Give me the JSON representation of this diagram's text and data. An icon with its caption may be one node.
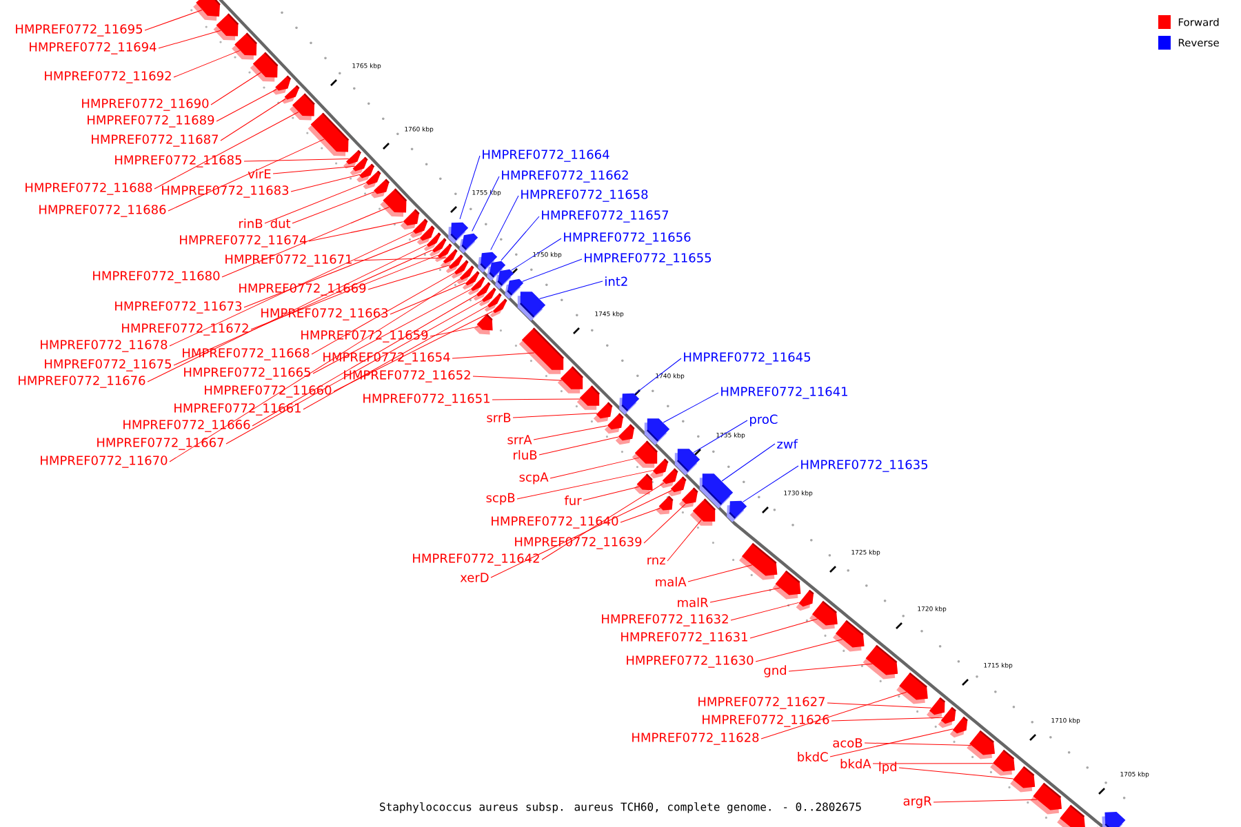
{
  "diagram": {
    "caption": "Staphylococcus aureus subsp. aureus TCH60, complete genome. - 0..2802675",
    "nodes": [
      {
        "text": [
          "HMPREF0772_11695"
        ]
      },
      {
        "text": [
          "HMPREF0772_11694"
        ]
      },
      {
        "text": [
          "HMPREF0772_11692"
        ]
      },
      {
        "text": [
          "HMPREF0772_11690"
        ]
      },
      {
        "text": [
          "HMPREF0772_11689"
        ]
      },
      {
        "text": [
          "HMPREF0772_11687"
        ]
      },
      {
        "text": [
          "HMPREF0772_11685"
        ]
      },
      {
        "text": [
          "virE"
        ]
      },
      {
        "text": [
          "HMPREF0772_11688"
        ]
      },
      {
        "text": [
          "HMPREF0772_11683"
        ]
      },
      {
        "text": [
          "HMPREF0772_11686"
        ]
      },
      {
        "text": [
          "rinB"
        ]
      },
      {
        "text": [
          "dut"
        ]
      },
      {
        "text": [
          "HMPREF0772_11674"
        ]
      },
      {
        "text": [
          "HMPREF0772_11671"
        ]
      },
      {
        "text": [
          "HMPREF0772_11680"
        ]
      },
      {
        "text": [
          "HMPREF0772_11669"
        ]
      },
      {
        "text": [
          "HMPREF0772_11673"
        ]
      },
      {
        "text": [
          "HMPREF0772_11663"
        ]
      },
      {
        "text": [
          "HMPREF0772_11672"
        ]
      },
      {
        "text": [
          "HMPREF0772_11659"
        ]
      },
      {
        "text": [
          "HMPREF0772_11678"
        ]
      },
      {
        "text": [
          "HMPREF0772_11654"
        ]
      },
      {
        "text": [
          "HMPREF0772_11668"
        ]
      },
      {
        "text": [
          "HMPREF0772_11675"
        ]
      },
      {
        "text": [
          "HMPREF0772_11665"
        ]
      },
      {
        "text": [
          "HMPREF0772_11652"
        ]
      },
      {
        "text": [
          "HMPREF0772_11676"
        ]
      },
      {
        "text": [
          "HMPREF0772_11660"
        ]
      },
      {
        "text": [
          "HMPREF0772_11651"
        ]
      },
      {
        "text": [
          "HMPREF0772_11661"
        ]
      },
      {
        "text": [
          "srrB"
        ]
      },
      {
        "text": [
          "HMPREF0772_11666"
        ]
      },
      {
        "text": [
          "srrA"
        ]
      },
      {
        "text": [
          "HMPREF0772_11667"
        ]
      },
      {
        "text": [
          "rluB"
        ]
      },
      {
        "text": [
          "HMPREF0772_11670"
        ]
      },
      {
        "text": [
          "scpA"
        ]
      },
      {
        "text": [
          "scpB"
        ]
      },
      {
        "text": [
          "fur"
        ]
      },
      {
        "text": [
          "HMPREF0772_11640"
        ]
      },
      {
        "text": [
          "HMPREF0772_11639"
        ]
      },
      {
        "text": [
          "HMPREF0772_11642"
        ]
      },
      {
        "text": [
          "xerD"
        ]
      },
      {
        "text": [
          "rnz"
        ]
      },
      {
        "text": [
          "malA"
        ]
      },
      {
        "text": [
          "malR"
        ]
      },
      {
        "text": [
          "HMPREF0772_11632"
        ]
      },
      {
        "text": [
          "HMPREF0772_11631"
        ]
      },
      {
        "text": [
          "HMPREF0772_11630"
        ]
      },
      {
        "text": [
          "gnd"
        ]
      },
      {
        "text": [
          "HMPREF0772_11627"
        ]
      },
      {
        "text": [
          "HMPREF0772_11626"
        ]
      },
      {
        "text": [
          "HMPREF0772_11628"
        ]
      },
      {
        "text": [
          "acoB"
        ]
      },
      {
        "text": [
          "bkdC"
        ]
      },
      {
        "text": [
          "bkdA"
        ]
      },
      {
        "text": [
          "lpd"
        ]
      },
      {
        "text": [
          "argR"
        ]
      },
      {
        "text": [
          "HMPREF0772_11664"
        ]
      },
      {
        "text": [
          "HMPREF0772_11662"
        ]
      },
      {
        "text": [
          "HMPREF0772_11658"
        ]
      },
      {
        "text": [
          "HMPREF0772_11657"
        ]
      },
      {
        "text": [
          "HMPREF0772_11656"
        ]
      },
      {
        "text": [
          "HMPREF0772_11655"
        ]
      },
      {
        "text": [
          "int2"
        ]
      },
      {
        "text": [
          "HMPREF0772_11645"
        ]
      },
      {
        "text": [
          "HMPREF0772_11641"
        ]
      },
      {
        "text": [
          "proC"
        ]
      },
      {
        "text": [
          "zwf"
        ]
      },
      {
        "text": [
          "HMPREF0772_11635"
        ]
      },
      {
        "text": [],
        "shape": "arrow"
      },
      {
        "text": [],
        "shape": "arrow"
      },
      {
        "text": [],
        "shape": "arrow"
      },
      {
        "text": [],
        "shape": "arrow"
      },
      {
        "text": [],
        "shape": "arrow"
      },
      {
        "text": [],
        "shape": "arrow"
      },
      {
        "text": [],
        "shape": "arrow"
      },
      {
        "text": [],
        "shape": "arrow"
      },
      {
        "text": [],
        "shape": "arrow"
      },
      {
        "text": [],
        "shape": "arrow"
      },
      {
        "text": [],
        "shape": "arrow"
      },
      {
        "text": [],
        "shape": "arrow"
      },
      {
        "text": [],
        "shape": "arrow"
      },
      {
        "text": [],
        "shape": "arrow"
      },
      {
        "text": [],
        "shape": "arrow"
      },
      {
        "text": [],
        "shape": "arrow"
      },
      {
        "text": [],
        "shape": "arrow"
      },
      {
        "text": [],
        "shape": "arrow"
      },
      {
        "text": [],
        "shape": "arrow"
      },
      {
        "text": [],
        "shape": "arrow"
      },
      {
        "text": [],
        "shape": "arrow"
      },
      {
        "text": [],
        "shape": "arrow"
      },
      {
        "text": [],
        "shape": "arrow"
      },
      {
        "text": [],
        "shape": "arrow"
      },
      {
        "text": [],
        "shape": "arrow"
      },
      {
        "text": [],
        "shape": "arrow"
      },
      {
        "text": [],
        "shape": "arrow"
      },
      {
        "text": [],
        "shape": "arrow"
      },
      {
        "text": [],
        "shape": "arrow"
      },
      {
        "text": [],
        "shape": "arrow"
      },
      {
        "text": [],
        "shape": "arrow"
      },
      {
        "text": [],
        "shape": "arrow"
      },
      {
        "text": [],
        "shape": "arrow"
      },
      {
        "text": [],
        "shape": "arrow"
      },
      {
        "text": [],
        "shape": "arrow"
      },
      {
        "text": [],
        "shape": "arrow"
      },
      {
        "text": [],
        "shape": "arrow"
      },
      {
        "text": [],
        "shape": "arrow"
      },
      {
        "text": [],
        "shape": "arrow"
      },
      {
        "text": [],
        "shape": "arrow"
      },
      {
        "text": [],
        "shape": "arrow"
      },
      {
        "text": [],
        "shape": "arrow"
      },
      {
        "text": [],
        "shape": "arrow"
      },
      {
        "text": [],
        "shape": "arrow"
      },
      {
        "text": [],
        "shape": "arrow"
      },
      {
        "text": [],
        "shape": "arrow"
      },
      {
        "text": [],
        "shape": "arrow"
      },
      {
        "text": [],
        "shape": "arrow"
      },
      {
        "text": [],
        "shape": "arrow"
      },
      {
        "text": [],
        "shape": "arrow"
      },
      {
        "text": [],
        "shape": "arrow"
      },
      {
        "text": [],
        "shape": "arrow"
      },
      {
        "text": [],
        "shape": "arrow"
      },
      {
        "text": [],
        "shape": "arrow"
      },
      {
        "text": [],
        "shape": "arrow"
      },
      {
        "text": [],
        "shape": "arrow"
      },
      {
        "text": [],
        "shape": "arrow"
      },
      {
        "text": [],
        "shape": "arrow"
      },
      {
        "text": [],
        "shape": "arrow"
      },
      {
        "text": [],
        "shape": "arrow"
      },
      {
        "text": [],
        "shape": "arrow"
      },
      {
        "text": [],
        "shape": "arrow"
      },
      {
        "text": [],
        "shape": "arrow"
      },
      {
        "text": [],
        "shape": "arrow"
      },
      {
        "text": [],
        "shape": "arrow"
      },
      {
        "text": [],
        "shape": "arrow"
      },
      {
        "text": [],
        "shape": "arrow"
      },
      {
        "text": [],
        "shape": "arrow"
      },
      {
        "text": [],
        "shape": "arrow"
      },
      {
        "text": [],
        "shape": "arrow"
      },
      {
        "text": [],
        "shape": "arrow"
      },
      {
        "text": [],
        "shape": "arrow"
      },
      {
        "text": [],
        "shape": "arrow"
      },
      {
        "text": [],
        "shape": "arrow"
      }
    ],
    "edges": [
      {
        "from": 0,
        "to": 71,
        "arrow": "none"
      },
      {
        "from": 1,
        "to": 72,
        "arrow": "none"
      },
      {
        "from": 2,
        "to": 73,
        "arrow": "none"
      },
      {
        "from": 3,
        "to": 74,
        "arrow": "none"
      },
      {
        "from": 4,
        "to": 75,
        "arrow": "none"
      },
      {
        "from": 5,
        "to": 76,
        "arrow": "none"
      },
      {
        "from": 6,
        "to": 79,
        "arrow": "none"
      },
      {
        "from": 7,
        "to": 80,
        "arrow": "none"
      },
      {
        "from": 8,
        "to": 77,
        "arrow": "none"
      },
      {
        "from": 9,
        "to": 81,
        "arrow": "none"
      },
      {
        "from": 10,
        "to": 78,
        "arrow": "none"
      },
      {
        "from": 11,
        "to": 82,
        "arrow": "none"
      },
      {
        "from": 12,
        "to": 83,
        "arrow": "none"
      },
      {
        "from": 13,
        "to": 85,
        "arrow": "none"
      },
      {
        "from": 14,
        "to": 93,
        "arrow": "none"
      },
      {
        "from": 15,
        "to": 84,
        "arrow": "none"
      },
      {
        "from": 16,
        "to": 94,
        "arrow": "none"
      },
      {
        "from": 17,
        "to": 87,
        "arrow": "none"
      },
      {
        "from": 18,
        "to": 98,
        "arrow": "none"
      },
      {
        "from": 19,
        "to": 91,
        "arrow": "none"
      },
      {
        "from": 20,
        "to": 106,
        "arrow": "none"
      },
      {
        "from": 21,
        "to": 86,
        "arrow": "none"
      },
      {
        "from": 22,
        "to": 109,
        "arrow": "none"
      },
      {
        "from": 23,
        "to": 95,
        "arrow": "none"
      },
      {
        "from": 24,
        "to": 90,
        "arrow": "none"
      },
      {
        "from": 25,
        "to": 100,
        "arrow": "none"
      },
      {
        "from": 26,
        "to": 110,
        "arrow": "none"
      },
      {
        "from": 27,
        "to": 88,
        "arrow": "none"
      },
      {
        "from": 28,
        "to": 107,
        "arrow": "none"
      },
      {
        "from": 29,
        "to": 111,
        "arrow": "none"
      },
      {
        "from": 30,
        "to": 105,
        "arrow": "none"
      },
      {
        "from": 31,
        "to": 112,
        "arrow": "none"
      },
      {
        "from": 32,
        "to": 101,
        "arrow": "none"
      },
      {
        "from": 33,
        "to": 114,
        "arrow": "none"
      },
      {
        "from": 34,
        "to": 103,
        "arrow": "none"
      },
      {
        "from": 35,
        "to": 115,
        "arrow": "none"
      },
      {
        "from": 36,
        "to": 97,
        "arrow": "none"
      },
      {
        "from": 37,
        "to": 117,
        "arrow": "none"
      },
      {
        "from": 38,
        "to": 119,
        "arrow": "none"
      },
      {
        "from": 39,
        "to": 118,
        "arrow": "none"
      },
      {
        "from": 40,
        "to": 123,
        "arrow": "none"
      },
      {
        "from": 41,
        "to": 125,
        "arrow": "none"
      },
      {
        "from": 42,
        "to": 121,
        "arrow": "none"
      },
      {
        "from": 43,
        "to": 122,
        "arrow": "none"
      },
      {
        "from": 44,
        "to": 126,
        "arrow": "none"
      },
      {
        "from": 45,
        "to": 128,
        "arrow": "none"
      },
      {
        "from": 46,
        "to": 129,
        "arrow": "none"
      },
      {
        "from": 47,
        "to": 130,
        "arrow": "none"
      },
      {
        "from": 48,
        "to": 131,
        "arrow": "none"
      },
      {
        "from": 49,
        "to": 132,
        "arrow": "none"
      },
      {
        "from": 50,
        "to": 133,
        "arrow": "none"
      },
      {
        "from": 51,
        "to": 135,
        "arrow": "none"
      },
      {
        "from": 52,
        "to": 136,
        "arrow": "none"
      },
      {
        "from": 53,
        "to": 134,
        "arrow": "none"
      },
      {
        "from": 54,
        "to": 138,
        "arrow": "none"
      },
      {
        "from": 55,
        "to": 137,
        "arrow": "none"
      },
      {
        "from": 56,
        "to": 139,
        "arrow": "none"
      },
      {
        "from": 57,
        "to": 140,
        "arrow": "none"
      },
      {
        "from": 58,
        "to": 141,
        "arrow": "none"
      },
      {
        "from": 59,
        "to": 89,
        "arrow": "none",
        "color": "#0000ff"
      },
      {
        "from": 60,
        "to": 92,
        "arrow": "none",
        "color": "#0000ff"
      },
      {
        "from": 61,
        "to": 96,
        "arrow": "none",
        "color": "#0000ff"
      },
      {
        "from": 62,
        "to": 99,
        "arrow": "none",
        "color": "#0000ff"
      },
      {
        "from": 63,
        "to": 102,
        "arrow": "none",
        "color": "#0000ff"
      },
      {
        "from": 64,
        "to": 104,
        "arrow": "none",
        "color": "#0000ff"
      },
      {
        "from": 65,
        "to": 108,
        "arrow": "none",
        "color": "#0000ff"
      },
      {
        "from": 66,
        "to": 113,
        "arrow": "none",
        "color": "#0000ff"
      },
      {
        "from": 67,
        "to": 116,
        "arrow": "none",
        "color": "#0000ff"
      },
      {
        "from": 68,
        "to": 120,
        "arrow": "none",
        "color": "#0000ff"
      },
      {
        "from": 69,
        "to": 124,
        "arrow": "none",
        "color": "#0000ff"
      },
      {
        "from": 70,
        "to": 127,
        "arrow": "none",
        "color": "#0000ff"
      }
    ],
    "labels": [
      "1765 kbp",
      "1760 kbp",
      "1755 kbp",
      "1750 kbp",
      "1745 kbp",
      "1740 kbp",
      "1735 kbp",
      "1730 kbp",
      "1725 kbp",
      "1720 kbp",
      "1715 kbp",
      "1710 kbp",
      "1705 kbp"
    ],
    "legend": [
      {
        "text": "Forward",
        "color": "#ff0000"
      },
      {
        "text": "Reverse",
        "color": "#0000ff"
      }
    ]
  }
}
